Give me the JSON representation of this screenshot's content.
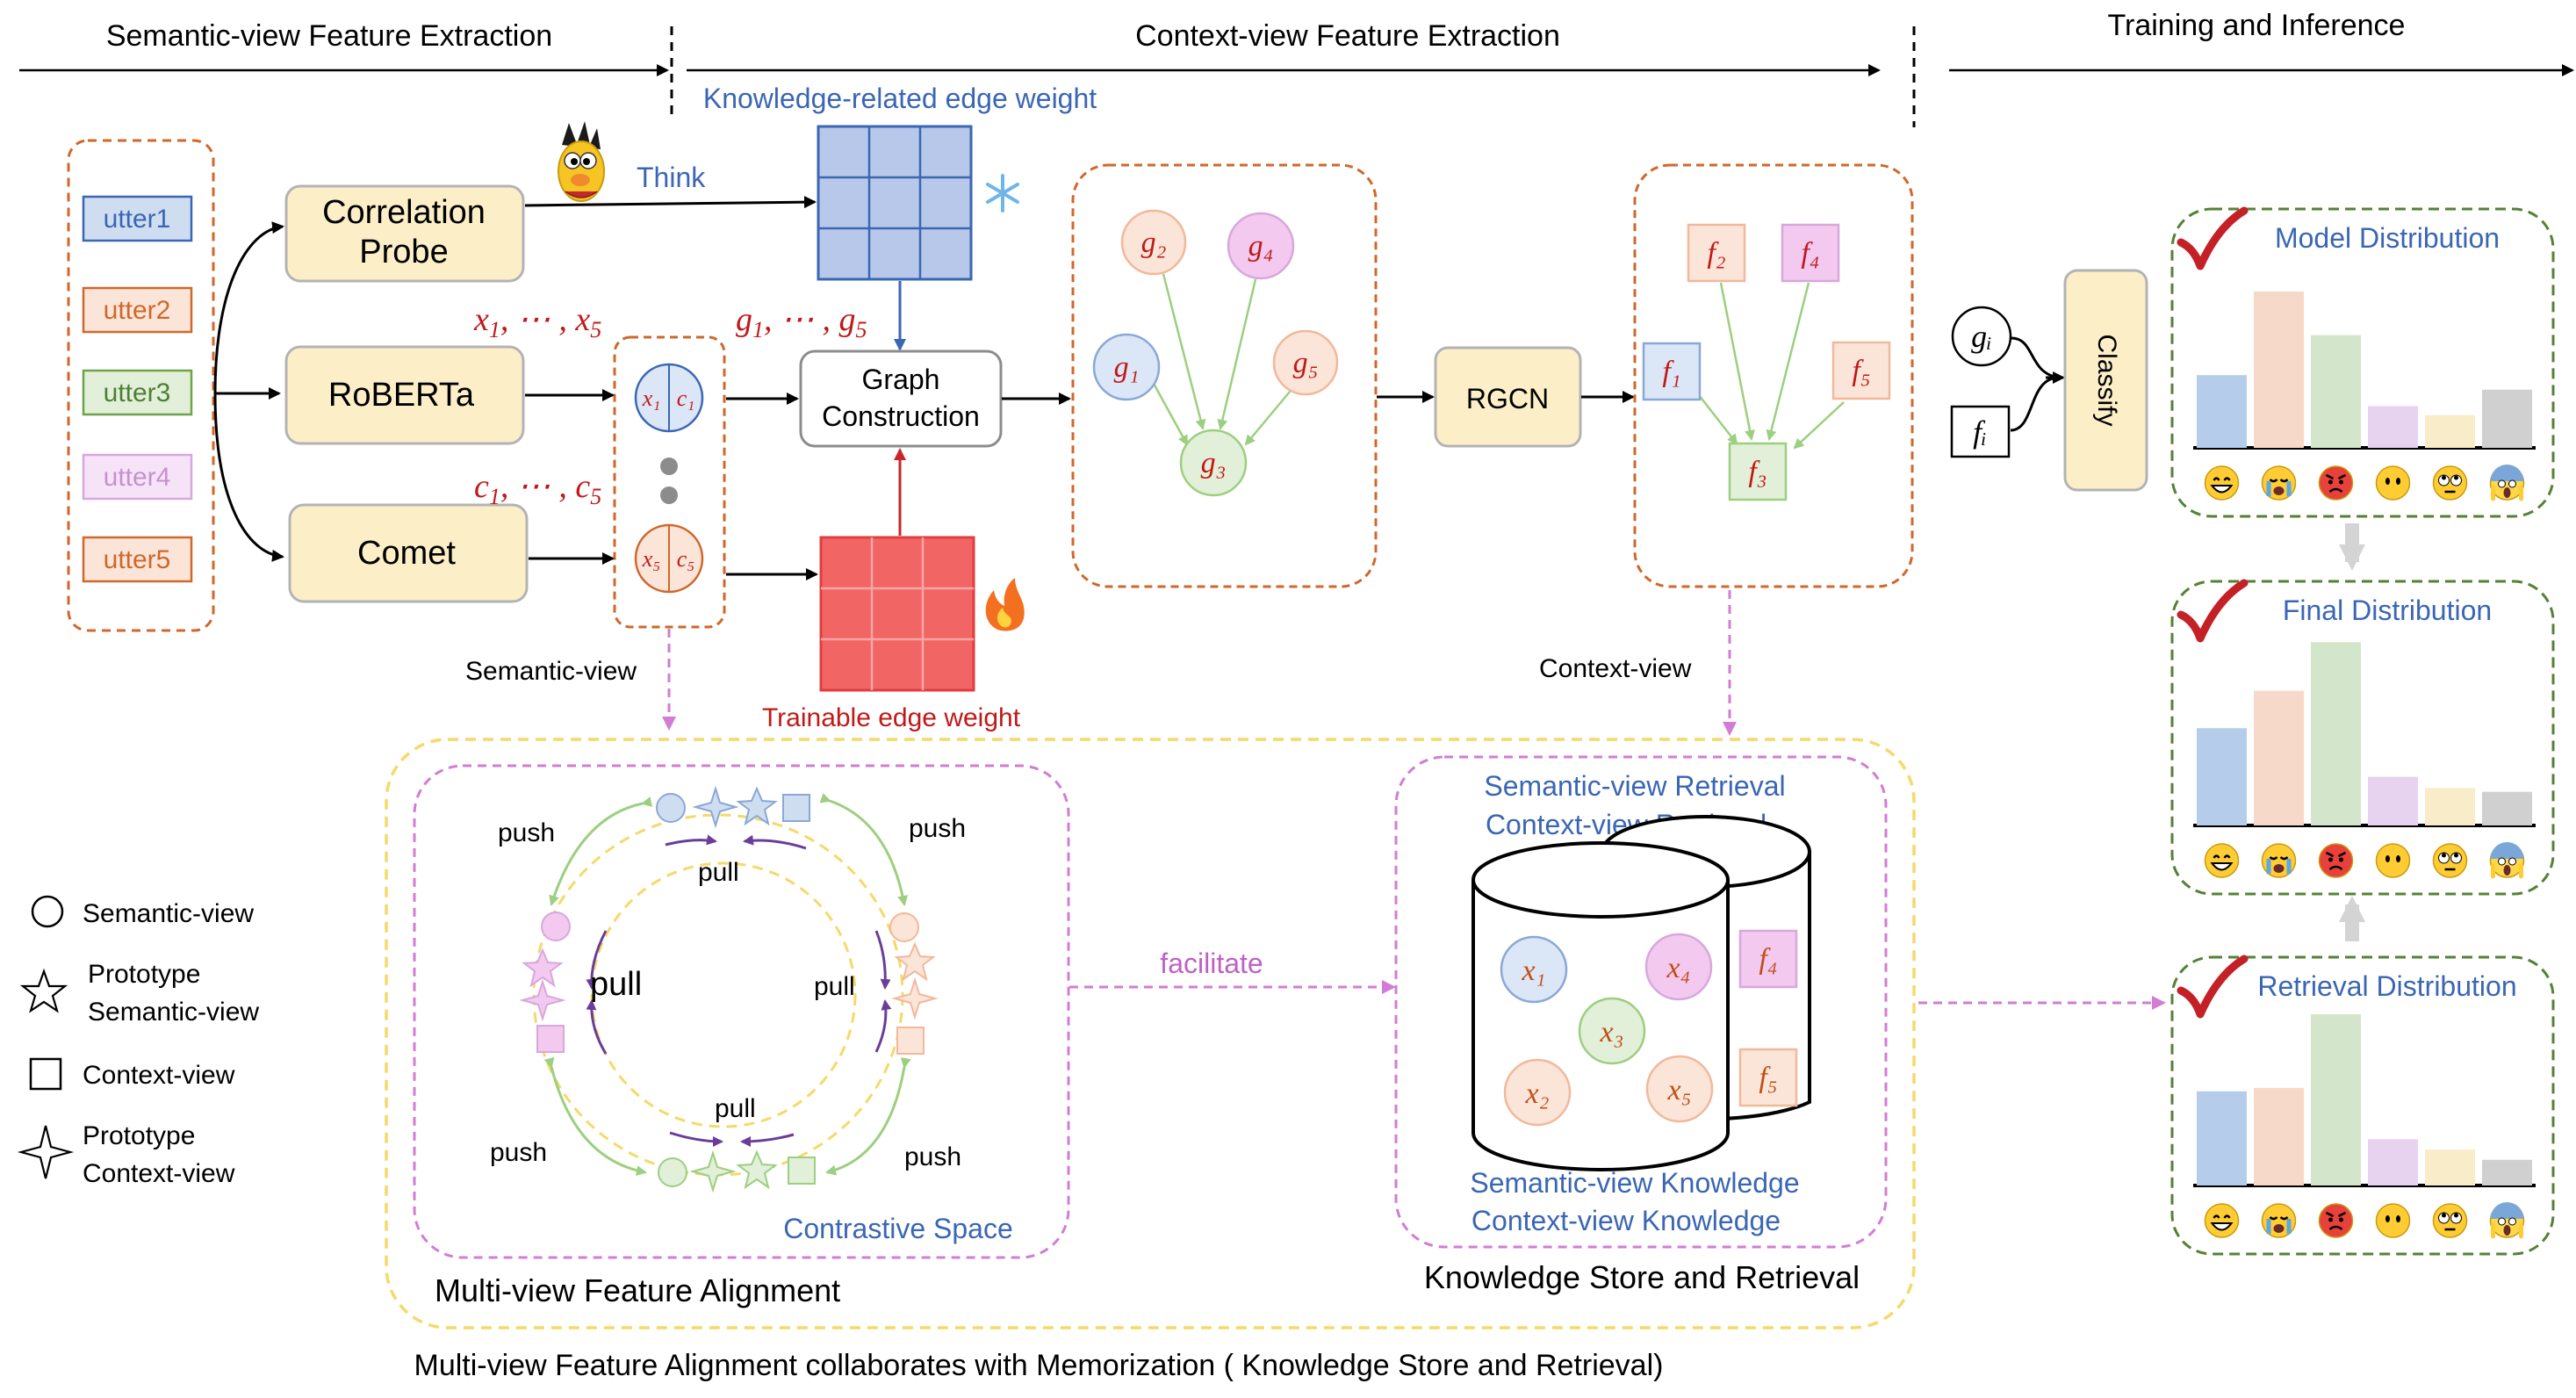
{
  "stages": {
    "semantic": "Semantic-view Feature Extraction",
    "context": "Context-view Feature Extraction",
    "training": "Training and Inference"
  },
  "utterances": [
    "utter1",
    "utter2",
    "utter3",
    "utter4",
    "utter5"
  ],
  "modules": {
    "probe": "Correlation Probe",
    "roberta": "RoBERTa",
    "comet": "Comet",
    "graph": "Graph Construction",
    "rgcn": "RGCN",
    "classify": "Classify"
  },
  "labels": {
    "think": "Think",
    "knowledge_weight": "Knowledge-related edge weight",
    "trainable_weight": "Trainable edge weight",
    "x_seq": "x1, ⋯ , x5",
    "c_seq": "c1, ⋯ , c5",
    "g_seq": "g1, ⋯ , g5",
    "semantic_view": "Semantic-view",
    "context_view": "Context-view",
    "facilitate": "facilitate",
    "push": "push",
    "pull": "pull",
    "contrastive_space": "Contrastive Space",
    "mvfa": "Multi-view Feature Alignment",
    "ksr": "Knowledge Store and Retrieval",
    "sv_retrieval": "Semantic-view Retrieval",
    "cv_retrieval": "Context-view Retrieval",
    "sv_knowledge": "Semantic-view Knowledge",
    "cv_knowledge": "Context-view  Knowledge",
    "caption": "Multi-view Feature Alignment collaborates with Memorization ( Knowledge Store and Retrieval)"
  },
  "legend": {
    "semantic": "Semantic-view",
    "proto_semantic_1": "Prototype",
    "proto_semantic_2": "Semantic-view",
    "context": "Context-view",
    "proto_context_1": "Prototype",
    "proto_context_2": "Context-view"
  },
  "nodes": {
    "x1": "x₁",
    "c1": "c₁",
    "x5": "x₅",
    "c5": "c₅",
    "g1": "g₁",
    "g2": "g₂",
    "g3": "g₃",
    "g4": "g₄",
    "g5": "g₅",
    "f1": "f₁",
    "f2": "f₂",
    "f3": "f₃",
    "f4": "f₄",
    "f5": "f₅",
    "x2": "x₂",
    "x3": "x₃",
    "x4": "x₄",
    "gi": "gᵢ",
    "fi": "fᵢ"
  },
  "distributions": [
    {
      "title": "Model Distribution",
      "values": [
        0.4,
        0.86,
        0.62,
        0.23,
        0.18,
        0.32
      ]
    },
    {
      "title": "Final Distribution",
      "values": [
        0.52,
        0.72,
        0.98,
        0.26,
        0.2,
        0.18
      ]
    },
    {
      "title": "Retrieval Distribution",
      "values": [
        0.55,
        0.57,
        1.0,
        0.27,
        0.21,
        0.15
      ]
    }
  ],
  "bar_colors": [
    "#b5cdea",
    "#f6d9c8",
    "#d3e6cc",
    "#e7d3ef",
    "#f8ecc9",
    "#d0d0d0"
  ],
  "emojis": [
    "grinning-face",
    "crying-face",
    "angry-face",
    "no-mouth-face",
    "eye-roll-face",
    "screaming-face"
  ]
}
